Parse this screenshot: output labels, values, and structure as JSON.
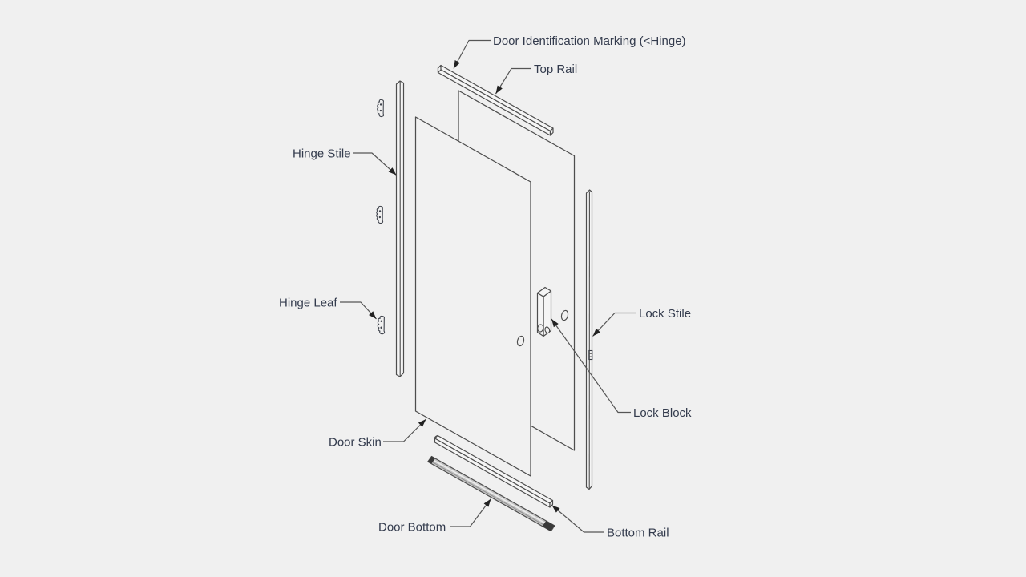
{
  "diagram": {
    "labels": {
      "door_id_marking": "Door Identification Marking (<Hinge)",
      "top_rail": "Top Rail",
      "hinge_stile": "Hinge Stile",
      "hinge_leaf": "Hinge Leaf",
      "lock_stile": "Lock Stile",
      "lock_block": "Lock Block",
      "door_skin": "Door Skin",
      "door_bottom": "Door Bottom",
      "bottom_rail": "Bottom Rail"
    },
    "colors": {
      "background": "#f0f0f0",
      "line": "#4d4d4d",
      "text": "#333b4d",
      "arrow": "#222222",
      "door_bottom_fill": "#c4c4c4"
    }
  }
}
